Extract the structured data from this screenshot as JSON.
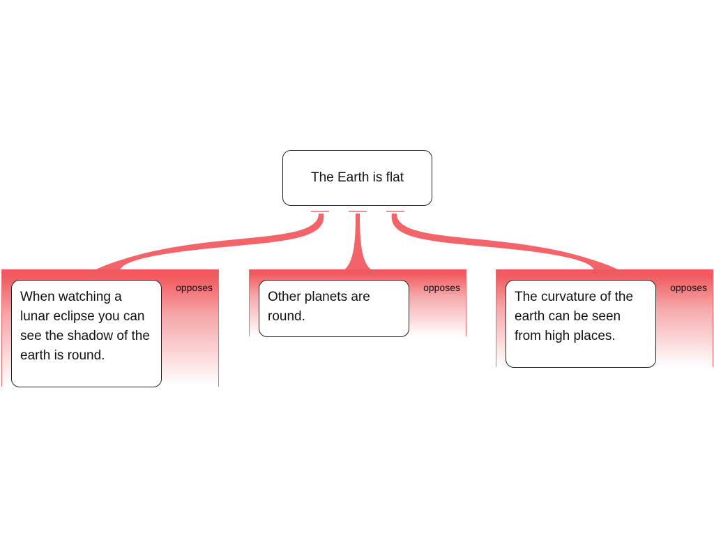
{
  "claim": {
    "text": "The Earth is flat"
  },
  "objections": [
    {
      "text": "When watching a lunar eclipse you can see the shadow of the earth is round.",
      "relation": "opposes"
    },
    {
      "text": "Other planets are round.",
      "relation": "opposes"
    },
    {
      "text": "The curvature of the earth can be seen from high places.",
      "relation": "opposes"
    }
  ],
  "colors": {
    "accent": "#f05a5e",
    "connector": "#f2646a"
  }
}
